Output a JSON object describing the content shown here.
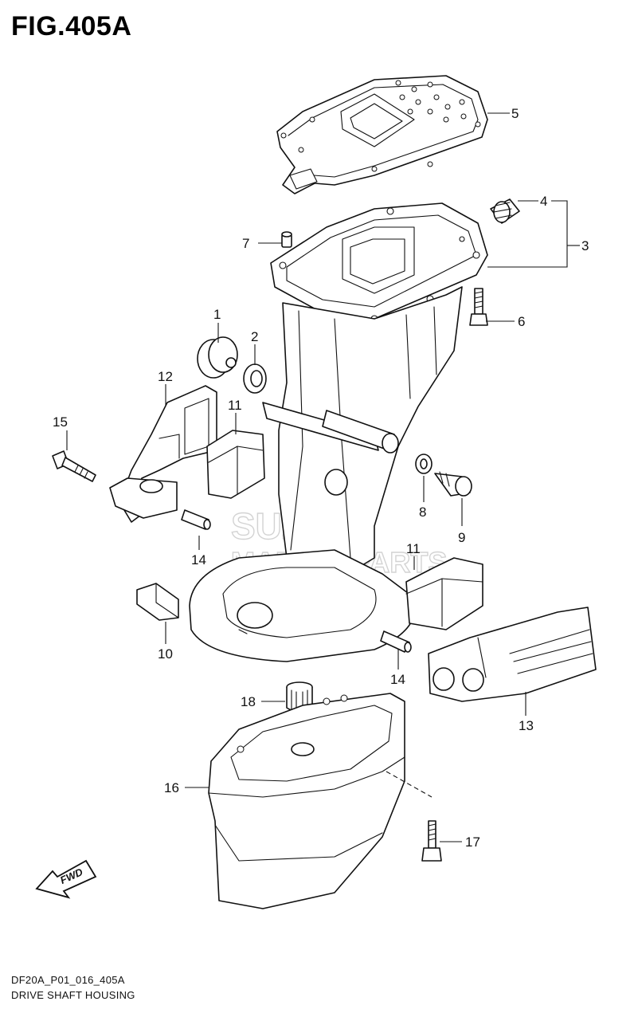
{
  "figure": {
    "title": "FIG.405A",
    "code": "DF20A_P01_016_405A",
    "caption": "DRIVE SHAFT HOUSING"
  },
  "watermark": {
    "line1": "SUZUKI",
    "line2": "MARINE PARTS"
  },
  "direction_badge": "FWD",
  "callouts": [
    {
      "id": "c1",
      "label": "1"
    },
    {
      "id": "c2",
      "label": "2"
    },
    {
      "id": "c3",
      "label": "3"
    },
    {
      "id": "c4",
      "label": "4"
    },
    {
      "id": "c5",
      "label": "5"
    },
    {
      "id": "c6",
      "label": "6"
    },
    {
      "id": "c7",
      "label": "7"
    },
    {
      "id": "c8",
      "label": "8"
    },
    {
      "id": "c9",
      "label": "9"
    },
    {
      "id": "c10",
      "label": "10"
    },
    {
      "id": "c11a",
      "label": "11"
    },
    {
      "id": "c11b",
      "label": "11"
    },
    {
      "id": "c12",
      "label": "12"
    },
    {
      "id": "c13",
      "label": "13"
    },
    {
      "id": "c14a",
      "label": "14"
    },
    {
      "id": "c14b",
      "label": "14"
    },
    {
      "id": "c15",
      "label": "15"
    },
    {
      "id": "c16",
      "label": "16"
    },
    {
      "id": "c17",
      "label": "17"
    },
    {
      "id": "c18",
      "label": "18"
    }
  ]
}
